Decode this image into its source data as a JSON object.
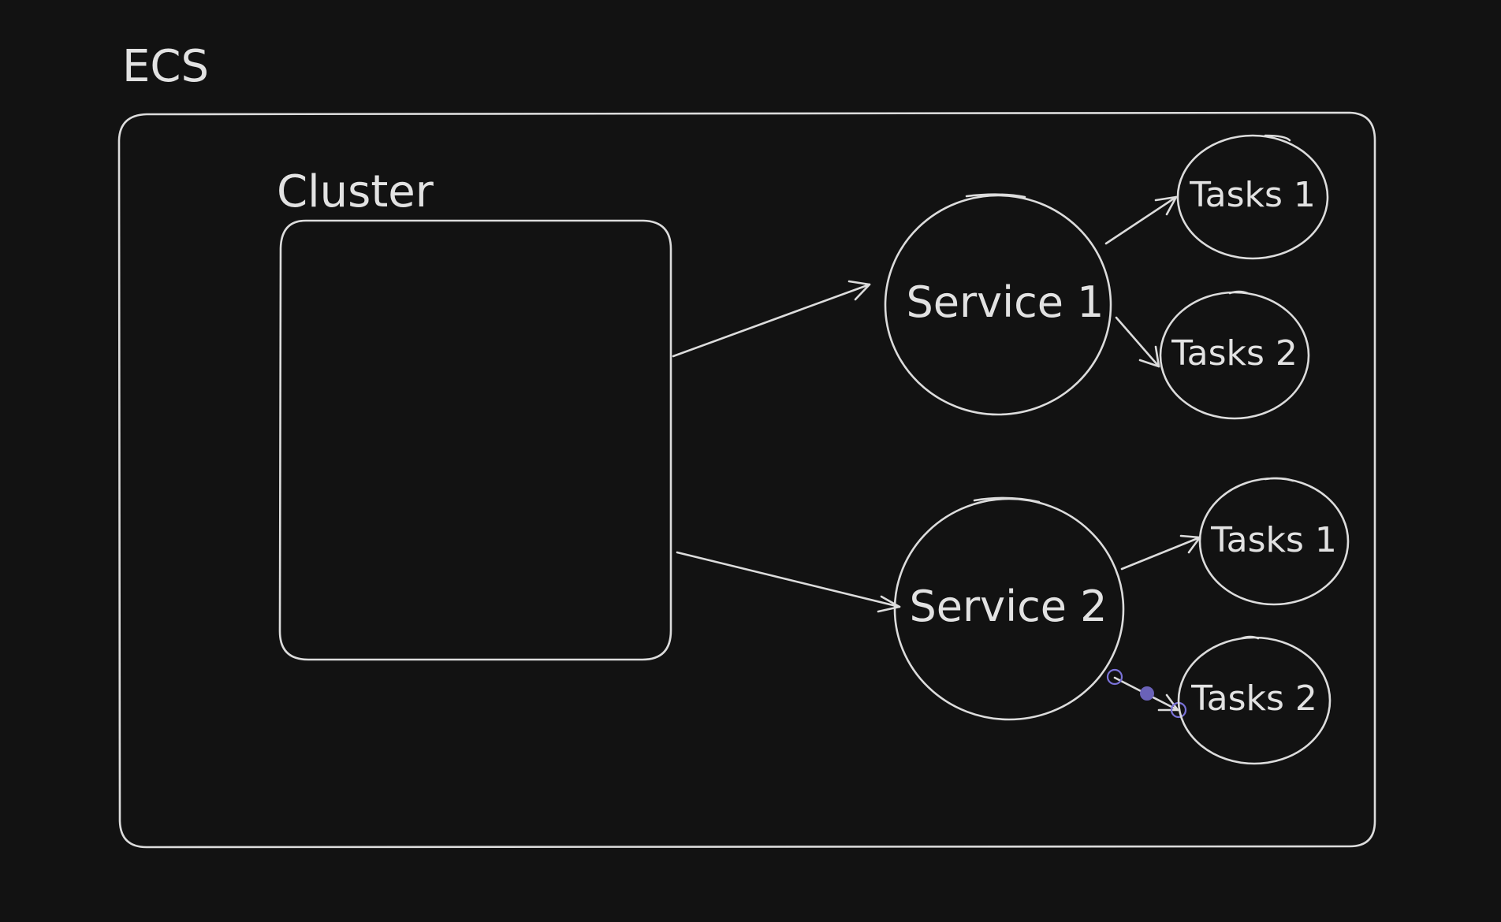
{
  "diagram": {
    "title": "ECS",
    "cluster": {
      "label": "Cluster"
    },
    "services": [
      {
        "id": "service-1",
        "label": "Service 1"
      },
      {
        "id": "service-2",
        "label": "Service 2"
      }
    ],
    "tasks": [
      {
        "id": "service-1-task-1",
        "label": "Tasks 1",
        "parent": "service-1"
      },
      {
        "id": "service-1-task-2",
        "label": "Tasks 2",
        "parent": "service-1"
      },
      {
        "id": "service-2-task-1",
        "label": "Tasks 1",
        "parent": "service-2"
      },
      {
        "id": "service-2-task-2",
        "label": "Tasks 2",
        "parent": "service-2"
      }
    ],
    "edges": [
      {
        "from": "cluster",
        "to": "service-1"
      },
      {
        "from": "cluster",
        "to": "service-2"
      },
      {
        "from": "service-1",
        "to": "service-1-task-1"
      },
      {
        "from": "service-1",
        "to": "service-1-task-2"
      },
      {
        "from": "service-2",
        "to": "service-2-task-1"
      },
      {
        "from": "service-2",
        "to": "service-2-task-2",
        "selected": true
      }
    ],
    "colors": {
      "background": "#121212",
      "stroke": "#dcdcdc",
      "text": "#e2e2e2",
      "selection": "#7a72d8"
    }
  }
}
